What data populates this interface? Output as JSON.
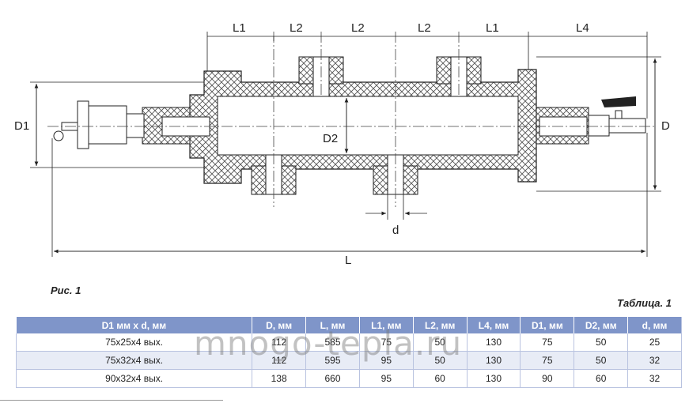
{
  "figure": {
    "caption": "Рис. 1",
    "labels": {
      "L1": "L1",
      "L2": "L2",
      "L4": "L4",
      "D": "D",
      "D1": "D1",
      "D2": "D2",
      "d": "d",
      "L": "L"
    }
  },
  "table": {
    "caption": "Таблица. 1",
    "headers": [
      "D1 мм x d, мм",
      "D, мм",
      "L, мм",
      "L1, мм",
      "L2, мм",
      "L4, мм",
      "D1, мм",
      "D2, мм",
      "d, мм"
    ],
    "rows": [
      [
        "75x25x4 вых.",
        "112",
        "585",
        "75",
        "50",
        "130",
        "75",
        "50",
        "25"
      ],
      [
        "75x32x4 вых.",
        "112",
        "595",
        "95",
        "50",
        "130",
        "75",
        "50",
        "32"
      ],
      [
        "90x32x4 вых.",
        "138",
        "660",
        "95",
        "60",
        "130",
        "90",
        "60",
        "32"
      ]
    ]
  },
  "watermark": "mnogo-tepla.ru",
  "colors": {
    "header_bg": "#7f95c9",
    "hatch": "#444444",
    "accent_row": "#e8ecf6"
  }
}
